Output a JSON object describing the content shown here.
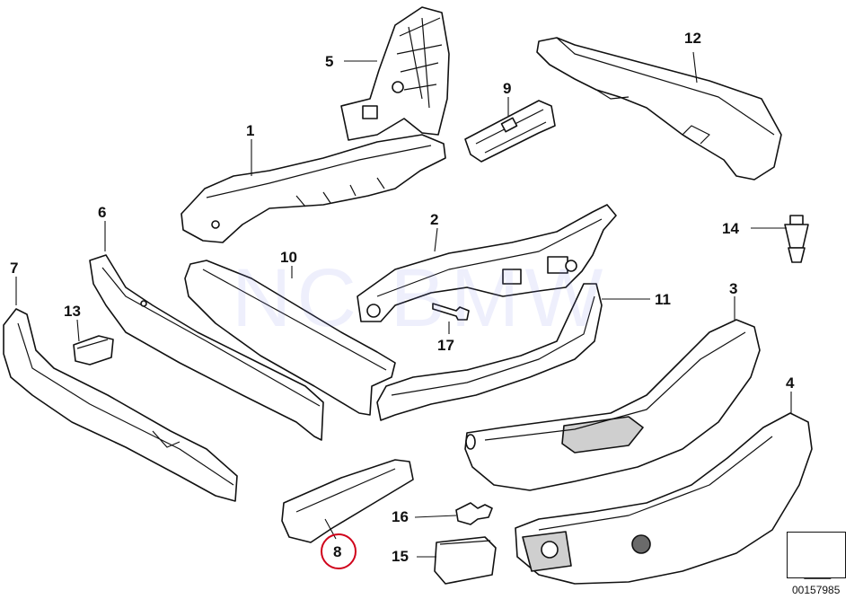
{
  "diagram": {
    "watermark": "NC BMW",
    "diagram_id": "00157985",
    "highlight_color": "#d0021b",
    "highlighted_part": "8",
    "parts": [
      {
        "number": "1"
      },
      {
        "number": "2"
      },
      {
        "number": "3"
      },
      {
        "number": "4"
      },
      {
        "number": "5"
      },
      {
        "number": "6"
      },
      {
        "number": "7"
      },
      {
        "number": "8"
      },
      {
        "number": "9"
      },
      {
        "number": "10"
      },
      {
        "number": "11"
      },
      {
        "number": "12"
      },
      {
        "number": "13"
      },
      {
        "number": "14"
      },
      {
        "number": "15"
      },
      {
        "number": "16"
      },
      {
        "number": "17"
      }
    ],
    "nav_icon": "arrow-icon"
  }
}
